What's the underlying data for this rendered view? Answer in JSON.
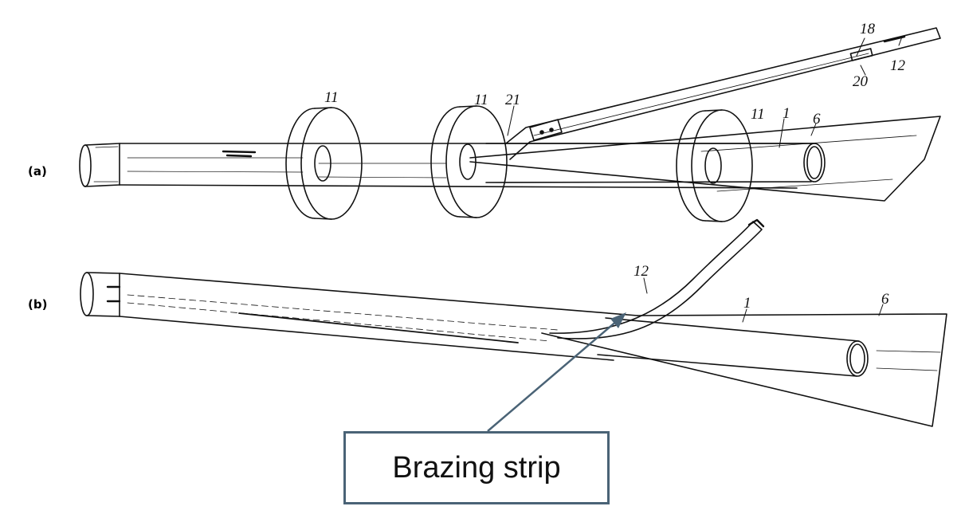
{
  "panels": {
    "a": "(a)",
    "b": "(b)"
  },
  "callout": {
    "text": "Brazing strip",
    "border_color": "#4a6376"
  },
  "refs_a": {
    "r18": "18",
    "r12": "12",
    "r20": "20",
    "r21": "21",
    "r11a": "11",
    "r11b": "11",
    "r11c": "11",
    "r1": "1",
    "r6": "6"
  },
  "refs_b": {
    "r12": "12",
    "r1": "1",
    "r6": "6"
  }
}
